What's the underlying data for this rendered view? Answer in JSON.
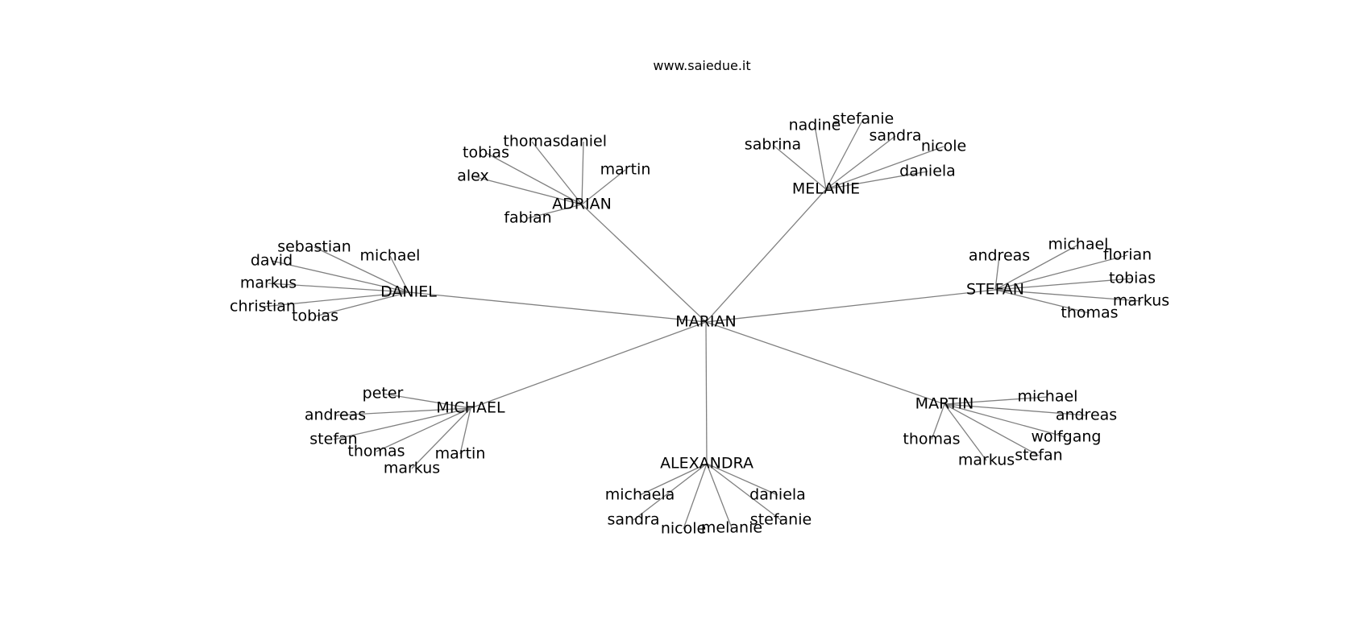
{
  "title": "www.saiedue.it",
  "edge_color": "#808080",
  "text_color": "#000000",
  "tree": {
    "root": "MARIAN",
    "groups": [
      {
        "label": "ADRIAN",
        "children": [
          "tobias",
          "thomas",
          "daniel",
          "martin",
          "alex",
          "fabian"
        ]
      },
      {
        "label": "MELANIE",
        "children": [
          "nadine",
          "stefanie",
          "sandra",
          "nicole",
          "sabrina",
          "daniela"
        ]
      },
      {
        "label": "DANIEL",
        "children": [
          "sebastian",
          "david",
          "michael",
          "markus",
          "christian",
          "tobias"
        ]
      },
      {
        "label": "STEFAN",
        "children": [
          "andreas",
          "michael",
          "florian",
          "tobias",
          "markus",
          "thomas"
        ]
      },
      {
        "label": "MICHAEL",
        "children": [
          "peter",
          "andreas",
          "stefan",
          "thomas",
          "markus",
          "martin"
        ]
      },
      {
        "label": "MARTIN",
        "children": [
          "michael",
          "andreas",
          "wolfgang",
          "stefan",
          "markus",
          "thomas"
        ]
      },
      {
        "label": "ALEXANDRA",
        "children": [
          "michaela",
          "sandra",
          "nicole",
          "melanie",
          "stefanie",
          "daniela"
        ]
      }
    ]
  }
}
